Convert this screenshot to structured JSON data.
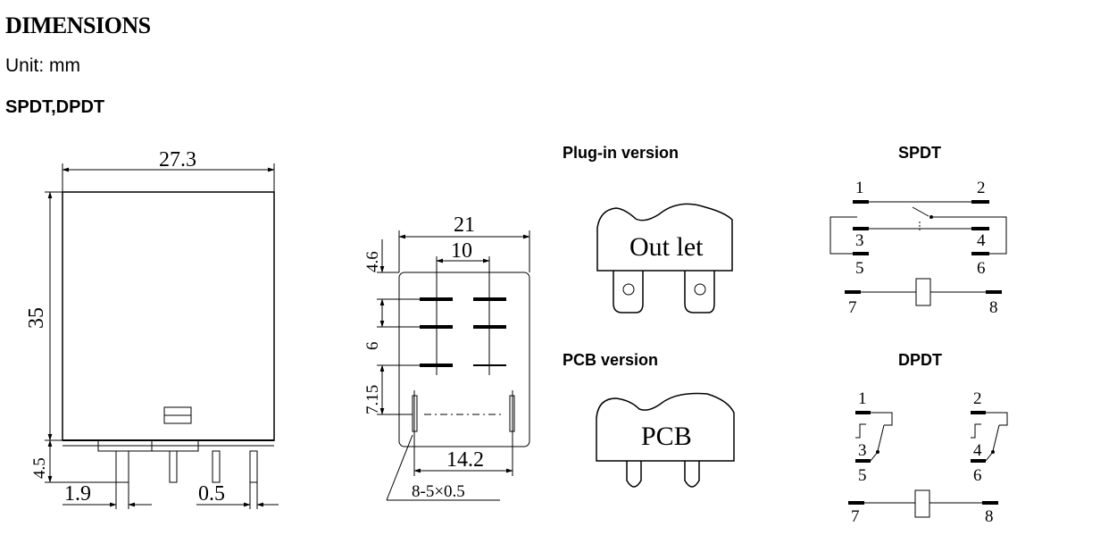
{
  "header": {
    "title": "DIMENSIONS",
    "unit": "Unit: mm",
    "subtitle": "SPDT,DPDT"
  },
  "front_view": {
    "width": "27.3",
    "height": "35",
    "pin_length": "4.5",
    "pin_offset": "1.9",
    "pin_thickness": "0.5"
  },
  "bottom_view": {
    "width": "21",
    "inner_pitch": "10",
    "top_offset": "4.6",
    "row_pitch": "6",
    "coil_offset": "7.15",
    "coil_spacing": "14.2",
    "pin_spec": "8-5×0.5"
  },
  "versions": {
    "plugin_label": "Plug-in version",
    "plugin_text": "Out let",
    "pcb_label": "PCB version",
    "pcb_text": "PCB"
  },
  "schematics": {
    "spdt_label": "SPDT",
    "spdt_pins": [
      "1",
      "2",
      "3",
      "4",
      "5",
      "6",
      "7",
      "8"
    ],
    "dpdt_label": "DPDT",
    "dpdt_pins": [
      "1",
      "2",
      "3",
      "4",
      "5",
      "6",
      "7",
      "8"
    ]
  }
}
